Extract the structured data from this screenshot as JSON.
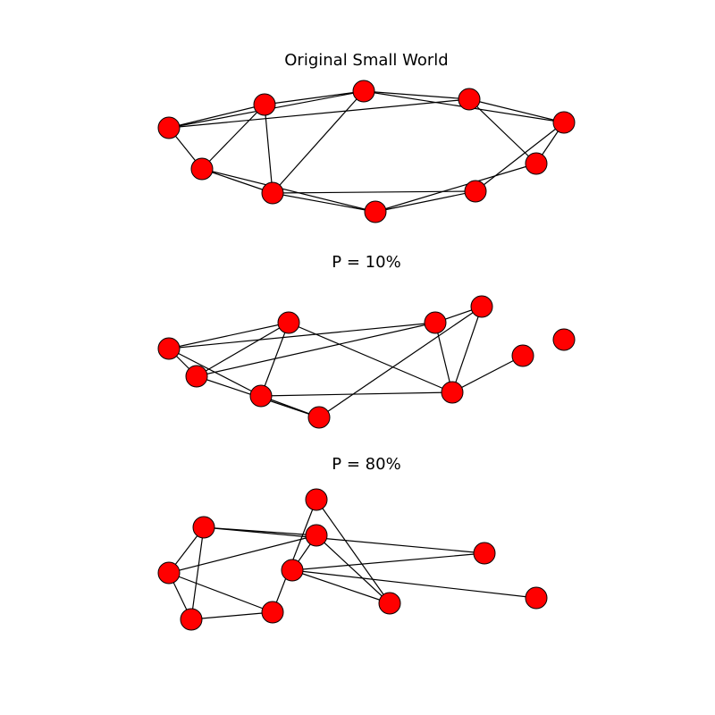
{
  "colors": {
    "node": "#ff0000",
    "edge": "#000000",
    "background": "#ffffff"
  },
  "graphs": [
    {
      "title": "Original Small World",
      "edges": [
        [
          0,
          1
        ],
        [
          0,
          2
        ],
        [
          0,
          3
        ],
        [
          0,
          4
        ],
        [
          1,
          2
        ],
        [
          1,
          4
        ],
        [
          1,
          5
        ],
        [
          2,
          3
        ],
        [
          2,
          5
        ],
        [
          2,
          6
        ],
        [
          3,
          6
        ],
        [
          3,
          7
        ],
        [
          4,
          5
        ],
        [
          4,
          8
        ],
        [
          5,
          8
        ],
        [
          5,
          9
        ],
        [
          6,
          7
        ],
        [
          6,
          9
        ],
        [
          7,
          8
        ],
        [
          8,
          9
        ]
      ]
    },
    {
      "title": "P = 10%",
      "edges": [
        [
          0,
          1
        ],
        [
          0,
          5
        ],
        [
          0,
          2
        ],
        [
          0,
          3
        ],
        [
          1,
          2
        ],
        [
          1,
          4
        ],
        [
          1,
          5
        ],
        [
          2,
          3
        ],
        [
          2,
          6
        ],
        [
          3,
          4
        ],
        [
          3,
          6
        ],
        [
          4,
          7
        ],
        [
          5,
          6
        ],
        [
          5,
          7
        ],
        [
          6,
          7
        ],
        [
          6,
          8
        ]
      ]
    },
    {
      "title": "P = 80%",
      "edges": [
        [
          0,
          1
        ],
        [
          0,
          2
        ],
        [
          0,
          3
        ],
        [
          0,
          4
        ],
        [
          1,
          2
        ],
        [
          1,
          3
        ],
        [
          1,
          7
        ],
        [
          2,
          4
        ],
        [
          3,
          5
        ],
        [
          3,
          8
        ],
        [
          4,
          6
        ],
        [
          5,
          7
        ],
        [
          5,
          8
        ],
        [
          5,
          9
        ],
        [
          6,
          8
        ]
      ]
    }
  ]
}
